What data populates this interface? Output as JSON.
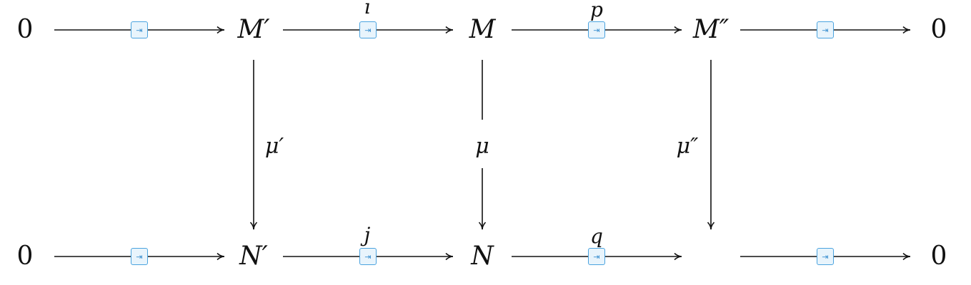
{
  "nodes": {
    "top_zero_left": "0",
    "m_prime": "M′",
    "m": "M",
    "m_double_prime": "M″",
    "top_zero_right": "0",
    "bottom_zero_left": "0",
    "n_prime": "N′",
    "n": "N",
    "bottom_zero_right": "0"
  },
  "arrow_labels": {
    "i": "ı",
    "p": "p",
    "j": "j",
    "q": "q",
    "mu_prime": "μ′",
    "mu": "μ",
    "mu_double_prime": "μ″"
  },
  "edit_handle_glyph": "⇥",
  "colors": {
    "ink": "#111111",
    "handle_border": "#4aa3df",
    "handle_fill": "#e8f4fc"
  }
}
